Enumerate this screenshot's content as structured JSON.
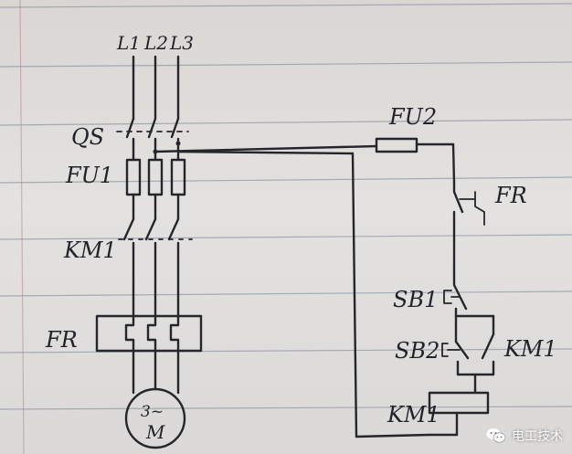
{
  "labels": {
    "l1": "L1",
    "l2": "L2",
    "l3": "L3",
    "qs": "QS",
    "fu1": "FU1",
    "km1_main": "KM1",
    "fr_main": "FR",
    "motor_top": "3~",
    "motor_bottom": "M",
    "fu2": "FU2",
    "fr_ctrl": "FR",
    "sb1": "SB1",
    "sb2": "SB2",
    "km1_aux": "KM1",
    "km1_coil": "KM1"
  },
  "watermark": {
    "text": "电工技术",
    "icon": "wechat-icon"
  },
  "colors": {
    "ink": "#25262b",
    "paper": "#dcdad8",
    "rules": "#8f97a8"
  }
}
